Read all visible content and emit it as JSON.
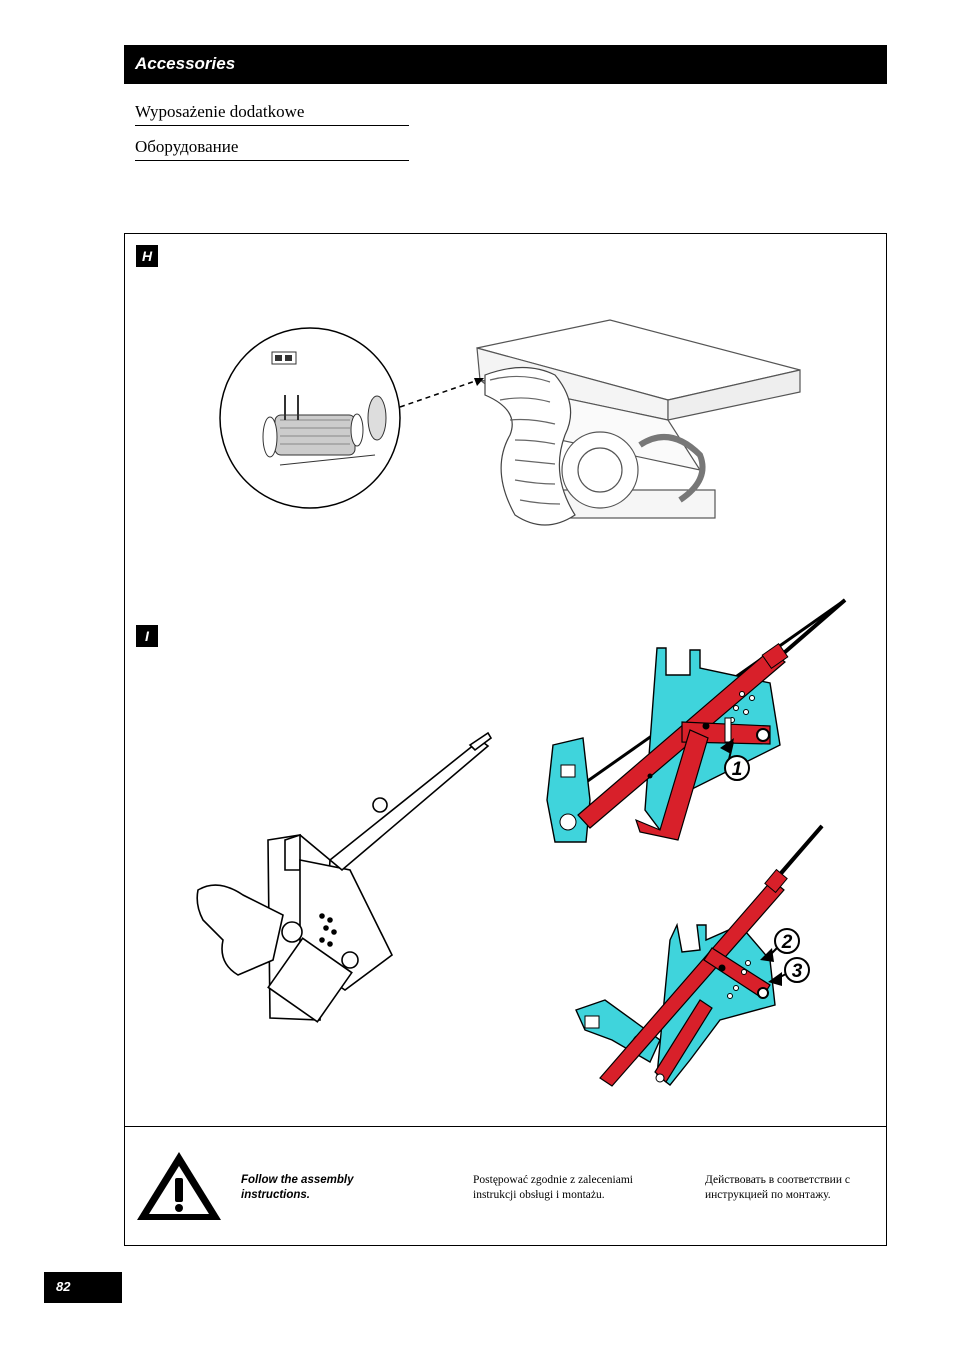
{
  "header": {
    "title": "Accessories"
  },
  "subtitles": [
    "Wyposażenie dodatkowe",
    "Оборудование"
  ],
  "sections": {
    "h_tag": "H",
    "i_tag": "I"
  },
  "callouts": [
    "1",
    "2",
    "3"
  ],
  "notes": {
    "en": "Follow the assembly instructions.",
    "pl": "Postępować zgodnie z zaleceniami instrukcji obsługi i montażu.",
    "ru": "Действовать в соответствии с инструкцией по монтажу."
  },
  "icons": {
    "warning": "warning-triangle-icon"
  },
  "colors": {
    "red": "#d8202a",
    "cyan": "#3fd4dc",
    "black": "#000000"
  },
  "footer": {
    "page_number": "82"
  }
}
